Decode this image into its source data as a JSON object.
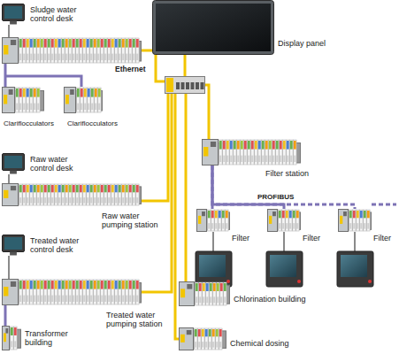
{
  "diagram": {
    "nodes": [
      {
        "text": [
          "Sludge water control desk"
        ]
      },
      {
        "text": [
          "Display panel"
        ]
      },
      {
        "text": [
          "Ethernet"
        ]
      },
      {
        "text": [
          "Clariflocculators"
        ]
      },
      {
        "text": [
          "Clariflocculators"
        ]
      },
      {
        "text": [
          "Raw water control desk"
        ]
      },
      {
        "text": [
          "Raw water pumping station"
        ]
      },
      {
        "text": [
          "Filter station"
        ]
      },
      {
        "text": [
          "Filter"
        ]
      },
      {
        "text": [
          "Filter"
        ]
      },
      {
        "text": [
          "Filter"
        ]
      },
      {
        "text": [
          "Treated water control desk"
        ]
      },
      {
        "text": [
          "Treated water pumping station"
        ]
      },
      {
        "text": [
          "Chlorination building"
        ]
      },
      {
        "text": [
          "Transformer building"
        ]
      },
      {
        "text": [
          "Chemical dosing"
        ]
      }
    ],
    "edges": [
      {
        "from": 2,
        "to": 1,
        "arrow": "none"
      },
      {
        "from": 2,
        "to": 6,
        "arrow": "none"
      },
      {
        "from": 2,
        "to": 7,
        "arrow": "none"
      },
      {
        "from": 2,
        "to": 12,
        "arrow": "none"
      },
      {
        "from": 2,
        "to": 13,
        "arrow": "none"
      },
      {
        "from": 2,
        "to": 15,
        "arrow": "none"
      },
      {
        "from": 5,
        "to": 6,
        "arrow": "none"
      },
      {
        "from": 11,
        "to": 12,
        "arrow": "none"
      },
      {
        "from": 12,
        "to": 14,
        "arrow": "none"
      },
      {
        "from": 7,
        "to": 8,
        "arrow": "none"
      },
      {
        "from": 7,
        "to": 9,
        "arrow": "none"
      },
      {
        "from": 7,
        "to": 10,
        "arrow": "none"
      }
    ],
    "labels": [
      "PROFIBUS"
    ]
  }
}
